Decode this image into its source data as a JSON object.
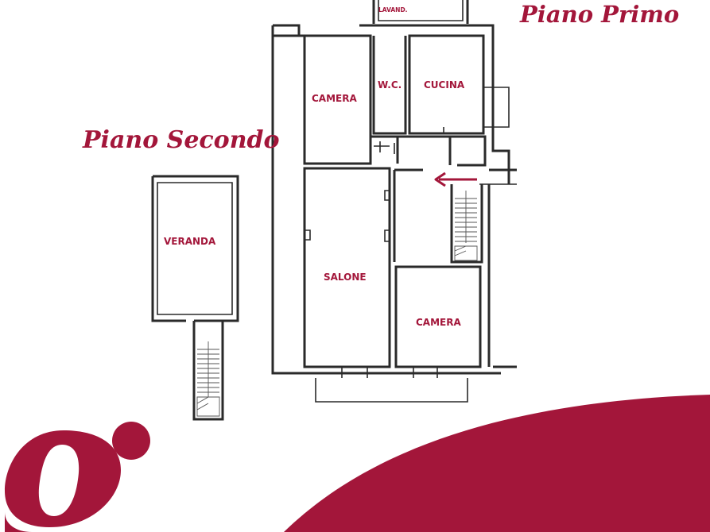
{
  "floors": {
    "first": {
      "title": "Piano Primo"
    },
    "second": {
      "title": "Piano Secondo"
    }
  },
  "rooms": {
    "lavanderia": "LAVAND.",
    "camera_top": "CAMERA",
    "wc": "W.C.",
    "cucina": "CUCINA",
    "salone": "SALONE",
    "camera_bottom": "CAMERA",
    "veranda": "VERANDA"
  },
  "colors": {
    "accent": "#a3163a",
    "walls": "#2a2a2a",
    "background": "#ffffff"
  },
  "icons": {
    "entrance": "entrance-arrow-icon",
    "logo": "brand-logo-icon"
  }
}
